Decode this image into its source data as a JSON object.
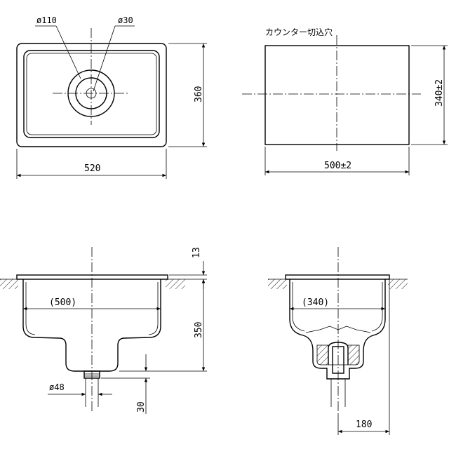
{
  "top_view": {
    "dia_outer": "ø110",
    "dia_inner": "ø30",
    "width": "520",
    "depth": "360"
  },
  "cutout_view": {
    "title": "カウンター切込穴",
    "width": "500±2",
    "depth": "340±2"
  },
  "front_view": {
    "inner_width": "(500)",
    "rim": "13",
    "bowl_depth": "350",
    "outlet_dia": "ø48",
    "outlet_len": "30"
  },
  "side_view": {
    "inner_width": "(340)",
    "offset": "180"
  }
}
